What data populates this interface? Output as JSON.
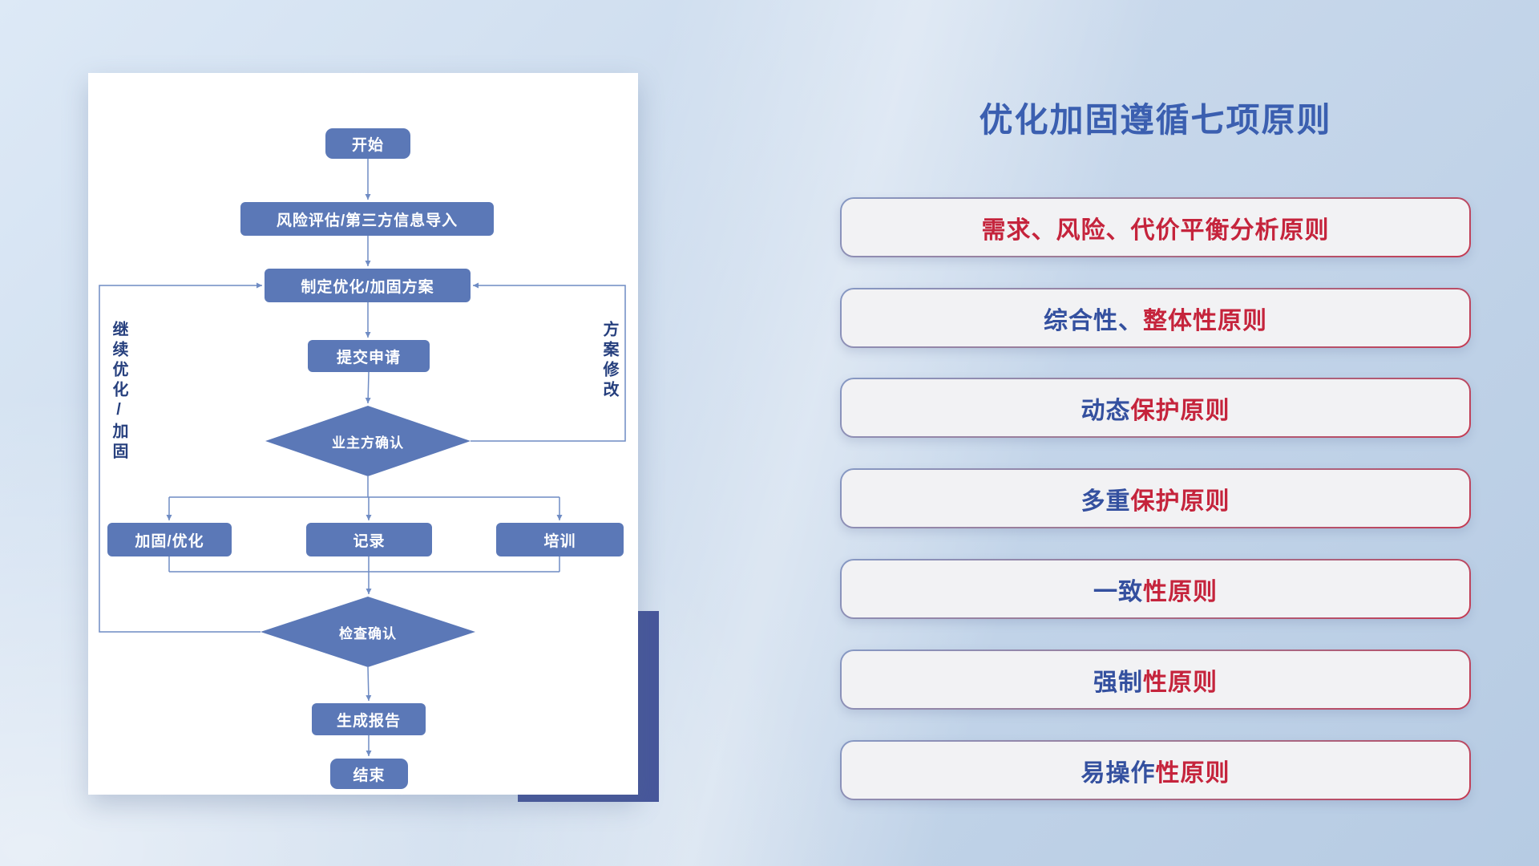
{
  "flowchart": {
    "nodes": {
      "start": "开始",
      "risk_import": "风险评估/第三方信息导入",
      "make_plan": "制定优化/加固方案",
      "submit": "提交申请",
      "owner_confirm": "业主方确认",
      "reinforce": "加固/优化",
      "record": "记录",
      "training": "培训",
      "check_confirm": "检查确认",
      "report": "生成报告",
      "end": "结束"
    },
    "loop_labels": {
      "left": "继续优化/加固",
      "right": "方案修改"
    }
  },
  "principles": {
    "title": "优化加固遵循七项原则",
    "items": [
      {
        "blue": "",
        "red": "需求、风险、代价平衡分析原则"
      },
      {
        "blue": "综合性、",
        "red": "整体性原则"
      },
      {
        "blue": "动态",
        "red": "保护原则"
      },
      {
        "blue": "多重",
        "red": "保护原则"
      },
      {
        "blue": "一致",
        "red": "性原则"
      },
      {
        "blue": "强制",
        "red": "性原则"
      },
      {
        "blue": "易操作",
        "red": "性原则"
      }
    ]
  },
  "colors": {
    "node_fill": "#5b78b7",
    "connector": "#6f8cc4",
    "title_blue": "#3b5fb0",
    "principle_blue": "#34509f",
    "principle_red": "#c5243c",
    "accent_block": "#47579b",
    "background": "#c9d9ec"
  }
}
